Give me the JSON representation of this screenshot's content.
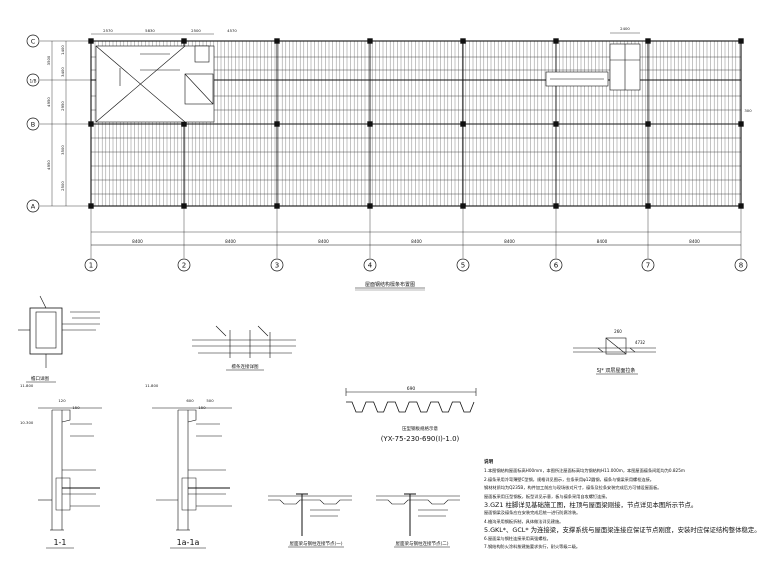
{
  "grid": {
    "x_axes": [
      "1",
      "2",
      "3",
      "4",
      "5",
      "6",
      "7",
      "8"
    ],
    "y_axes": [
      "A",
      "B",
      "1/B",
      "C"
    ],
    "bay_dims": [
      "8400",
      "8400",
      "8400",
      "8400",
      "8400",
      "8400",
      "8400"
    ],
    "left_dims_outer": [
      "4950",
      "4950",
      "3500"
    ],
    "left_dims_inner": [
      "1400",
      "3400",
      "2950",
      "3500",
      "2500"
    ],
    "top_dims": [
      "2570",
      "5830",
      "2500",
      "4570"
    ],
    "top_right_dim": "2400",
    "right_dim": "300"
  },
  "plan_title": "屋面钢结构檩条布置图",
  "details": {
    "parapet_label": "檐口详图",
    "purlin_label": "檩条连接详图",
    "deck_label": "压型钢板规格示意",
    "deck_span": "690",
    "deck_model": "(YX-75-230-690(I)-1.0)",
    "sj_label": "SJ* 双层屋面拉条",
    "sj_dims": [
      "260",
      "4732"
    ],
    "section_1": "1-1",
    "section_1a": "1a-1a",
    "elev_top": "11.800",
    "elev_mid": "10.300",
    "sec_dims": [
      "120",
      "150",
      "600",
      "500",
      "150"
    ],
    "beam_joint_1": "屋面梁与钢柱连接节点(一)",
    "beam_joint_2": "屋面梁与钢柱连接节点(二)"
  },
  "notes": {
    "title": "说明",
    "lines": [
      "1.本图钢结构屋面标高H00mm，本图所注屋面标高均为钢结构H11.000m，本图屋面檩条间距均为0.825m",
      "2.檩条采用冷弯薄壁C型钢，规格详见图示，拉条采用φ12圆钢，檩条与钢梁采用螺栓连接。",
      "钢材材质均为Q235B，构件加工前应与现场核对尺寸，檩条及拉条安装完成后方可铺设屋面板。",
      "屋面板采用压型钢板，板型详见示意，板与檩条采用自攻螺钉连接。",
      "3.GZ1 柱脚详见基础施工图，柱顶与屋面梁刚接，节点详见本图所示节点。",
      "屋面钢梁及檩条应在安装完成后统一进行防腐涂装。",
      "4.檐沟采用钢板折制，具体做法详见建施。",
      "5.GKL*、GCL* 为连接梁，支撑系统与屋面梁连接应保证节点刚度，安装时应保证结构整体稳定。",
      "6.屋面梁与钢柱连接采用高强螺栓。",
      "7.钢结构防火涂料按建施要求执行，耐火等级二级。"
    ]
  }
}
